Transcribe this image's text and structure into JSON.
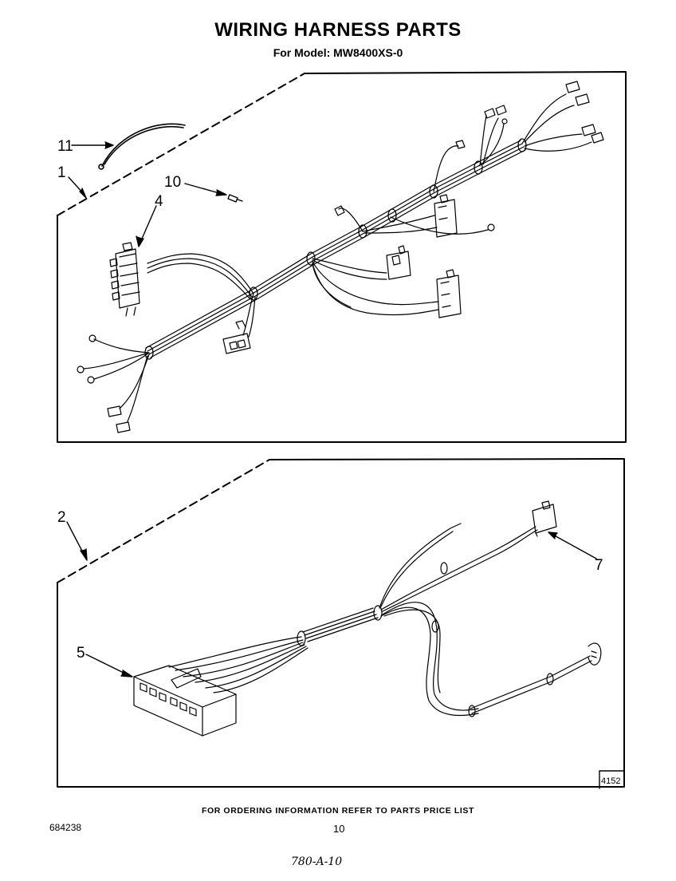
{
  "header": {
    "title": "WIRING HARNESS PARTS",
    "subtitle": "For Model: MW8400XS-0"
  },
  "callouts": {
    "c1": "1",
    "c2": "2",
    "c4": "4",
    "c5": "5",
    "c7": "7",
    "c10": "10",
    "c11": "11"
  },
  "footer": {
    "ordering_note": "FOR ORDERING INFORMATION REFER TO PARTS PRICE LIST",
    "doc_number": "684238",
    "page_number": "10",
    "handwritten": "780-A-10",
    "figure_number": "4152"
  }
}
